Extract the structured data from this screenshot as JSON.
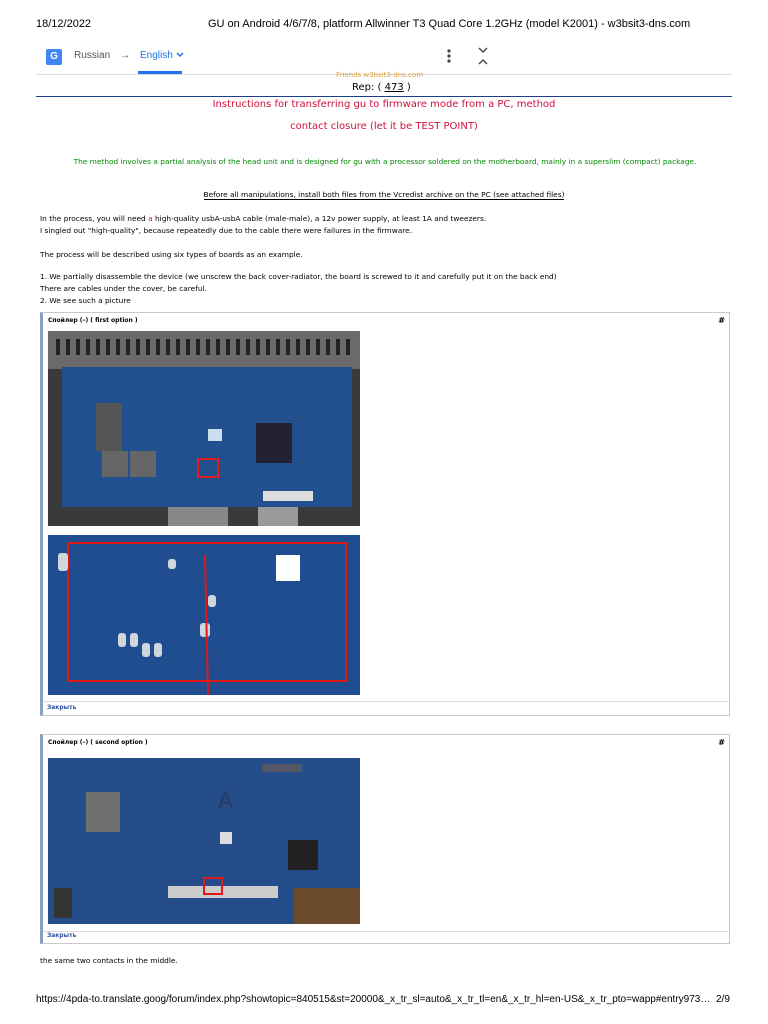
{
  "header": {
    "date": "18/12/2022",
    "title": "GU on Android 4/6/7/8, platform Allwinner T3 Quad Core 1.2GHz (model K2001) - w3bsit3-dns.com"
  },
  "translate_bar": {
    "source_lang": "Russian",
    "arrow": "→",
    "target_lang": "English",
    "menu_icon": "more-vert-icon",
    "collapse_icon": "collapse-icon"
  },
  "post": {
    "friends": "Friends w3bsit3-dns.com",
    "rep_label": "Rep: (",
    "rep_value": "473",
    "rep_close": ")",
    "title_line1": "Instructions for transferring gu to firmware mode from a PC, method",
    "title_line2": "contact closure (let it be TEST POINT)",
    "green_text": "The method involves a partial analysis of the head unit and is designed for gu with a processor soldered on the motherboard, mainly in a superslim (compact) package.",
    "before_note": "Before all manipulations, install both files from the Vcredist archive on the PC (see attached files)",
    "para1_a": "In the process, you will need",
    "para1_highlight": "a",
    "para1_b": "high-quality usbA-usbA cable (male-male), a 12v power supply, at least 1A and tweezers.",
    "para2": "I singled out \"high-quality\", because repeatedly due to the cable there were failures in the firmware.",
    "para3": "The process will be described using six types of boards as an example.",
    "step1": "1. We partially disassemble the device (we unscrew the back cover-radiator, the board is screwed to it and carefully put it on the back end)",
    "step1b": "There are cables under the cover, be careful.",
    "step2": "2. We see such a picture",
    "spoiler1_title": "Спойлер (–) ( first option )",
    "spoiler2_title": "Спойлер (–) ( second option )",
    "spoiler_close": "Закрыть",
    "hash": "#",
    "final_text": "the same two contacts in the middle."
  },
  "footer": {
    "url": "https://4pda-to.translate.goog/forum/index.php?showtopic=840515&st=20000&_x_tr_sl=auto&_x_tr_tl=en&_x_tr_hl=en-US&_x_tr_pto=wapp#entry973…",
    "page": "2/9"
  },
  "colors": {
    "title_red": "#d0103a",
    "green": "#008a00",
    "link_blue": "#1a73e8"
  }
}
